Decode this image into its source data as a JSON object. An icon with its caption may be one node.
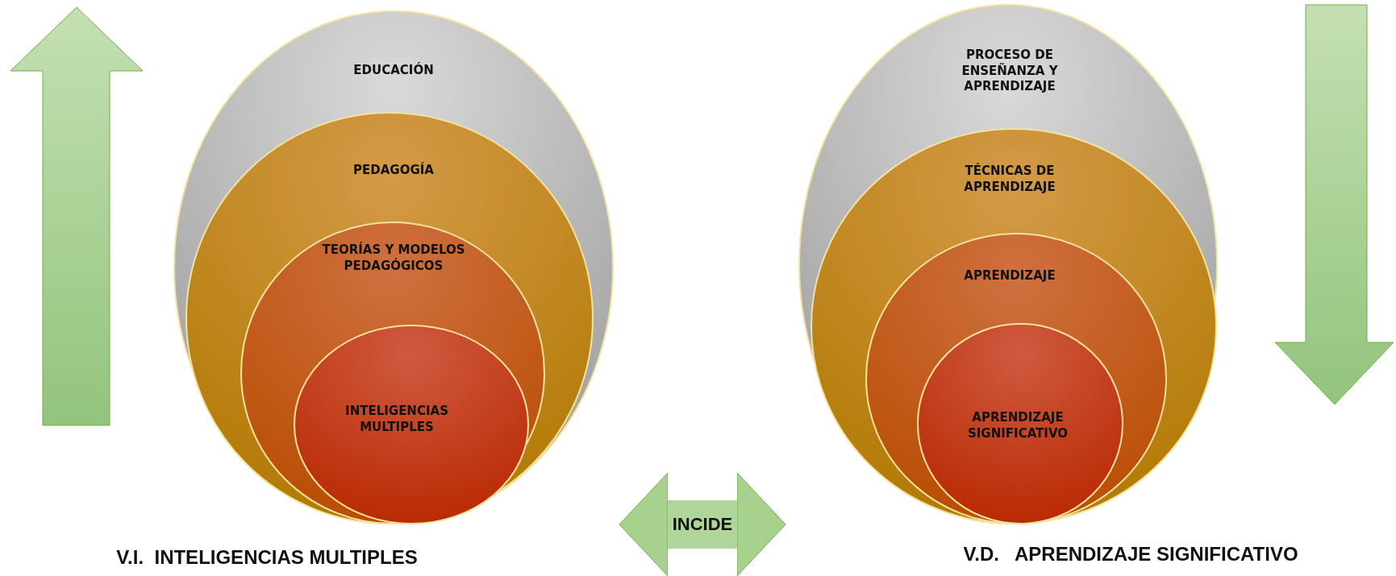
{
  "diagram": {
    "nodes": [
      {
        "text": [
          "EDUCACIÓN"
        ],
        "beside": [
          "V.I.  INTELIGENCIAS MULTIPLES"
        ]
      },
      {
        "text": [
          "PEDAGOGÍA"
        ],
        "in": 0
      },
      {
        "text": [
          "TEORÍAS Y MODELOS PEDAGÓGICOS"
        ],
        "in": 1
      },
      {
        "text": [
          "INTELIGENCIAS MULTIPLES"
        ],
        "in": 2
      },
      {
        "text": [
          "PROCESO DE ENSEÑANZA Y APRENDIZAJE"
        ],
        "beside": [
          "V.D.   APRENDIZAJE SIGNIFICATIVO"
        ]
      },
      {
        "text": [
          "TÉCNICAS DE APRENDIZAJE"
        ],
        "in": 4
      },
      {
        "text": [
          "APRENDIZAJE"
        ],
        "in": 5
      },
      {
        "text": [
          "APRENDIZAJE SIGNIFICATIVO"
        ],
        "in": 6
      }
    ],
    "edges": [
      {
        "from": 0,
        "to": 4,
        "arrow": "both",
        "label": "INCIDE"
      }
    ]
  }
}
